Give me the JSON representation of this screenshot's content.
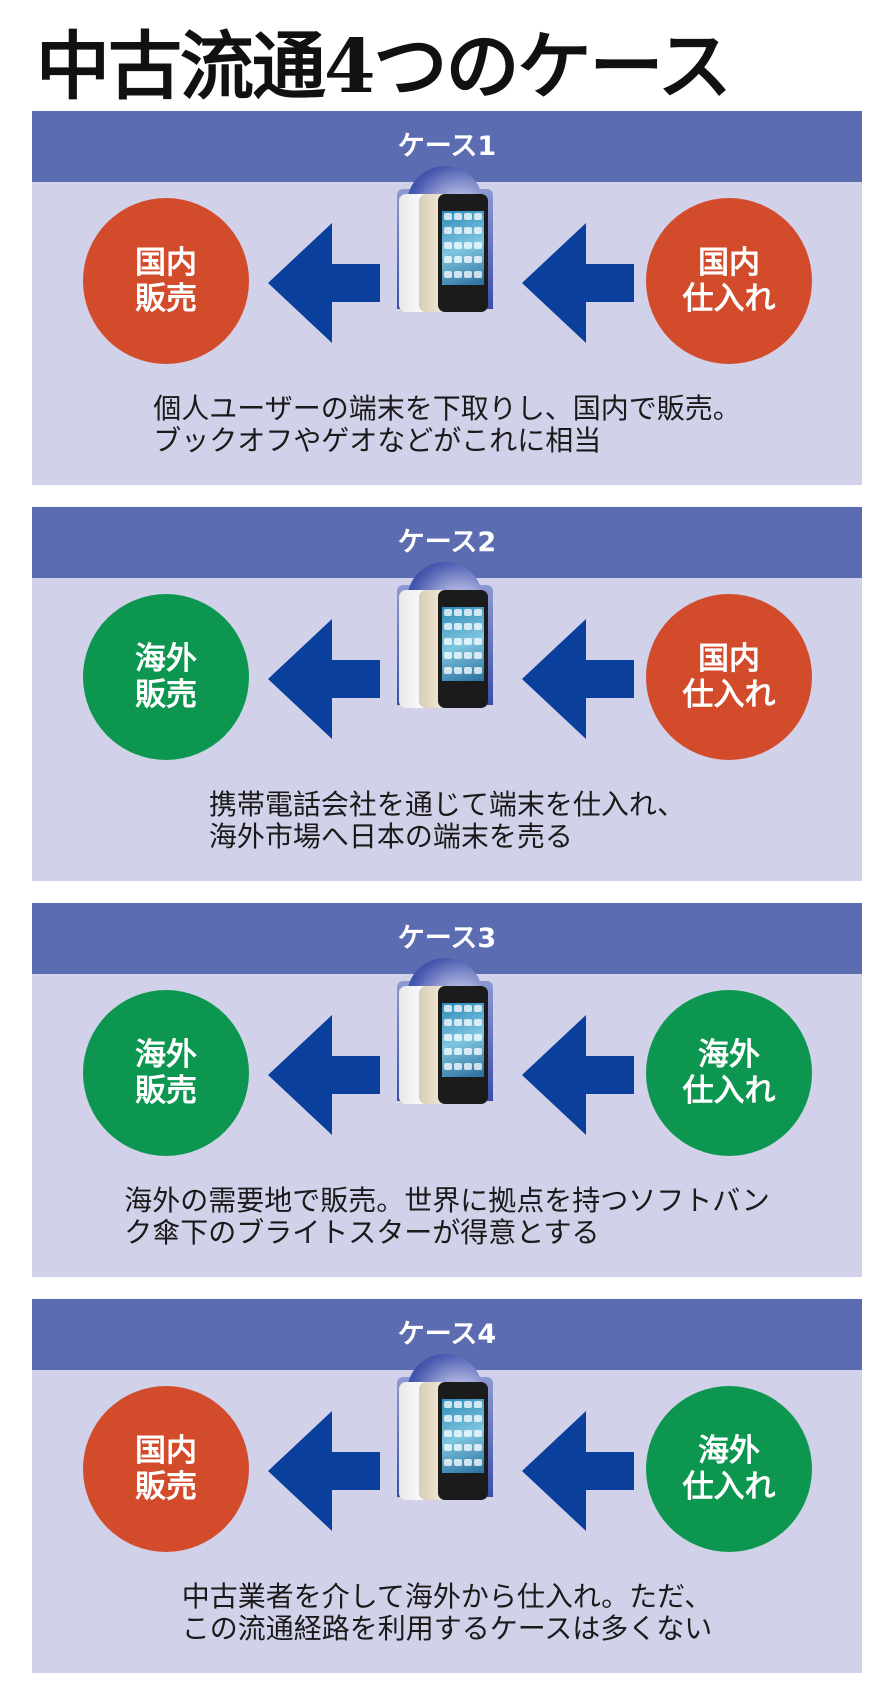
{
  "title": "中古流通4つのケース",
  "colors": {
    "header": "#5b6cb1",
    "panel": "#d1d2ea",
    "domestic": "#d24b2b",
    "overseas": "#0c9650",
    "arrow": "#0a3f9c"
  },
  "cases": [
    {
      "label": "ケース1",
      "sell": {
        "line1": "国内",
        "line2": "販売",
        "type": "domestic"
      },
      "buy": {
        "line1": "国内",
        "line2": "仕入れ",
        "type": "domestic"
      },
      "desc": [
        "個人ユーザーの端末を下取りし、国内で販売。",
        "ブックオフやゲオなどがこれに相当"
      ]
    },
    {
      "label": "ケース2",
      "sell": {
        "line1": "海外",
        "line2": "販売",
        "type": "overseas"
      },
      "buy": {
        "line1": "国内",
        "line2": "仕入れ",
        "type": "domestic"
      },
      "desc": [
        "携帯電話会社を通じて端末を仕入れ、",
        "海外市場へ日本の端末を売る"
      ]
    },
    {
      "label": "ケース3",
      "sell": {
        "line1": "海外",
        "line2": "販売",
        "type": "overseas"
      },
      "buy": {
        "line1": "海外",
        "line2": "仕入れ",
        "type": "overseas"
      },
      "desc": [
        "海外の需要地で販売。世界に拠点を持つソフトバン",
        "ク傘下のブライトスターが得意とする"
      ]
    },
    {
      "label": "ケース4",
      "sell": {
        "line1": "国内",
        "line2": "販売",
        "type": "domestic"
      },
      "buy": {
        "line1": "海外",
        "line2": "仕入れ",
        "type": "overseas"
      },
      "desc": [
        "中古業者を介して海外から仕入れ。ただ、",
        "この流通経路を利用するケースは多くない"
      ]
    }
  ]
}
